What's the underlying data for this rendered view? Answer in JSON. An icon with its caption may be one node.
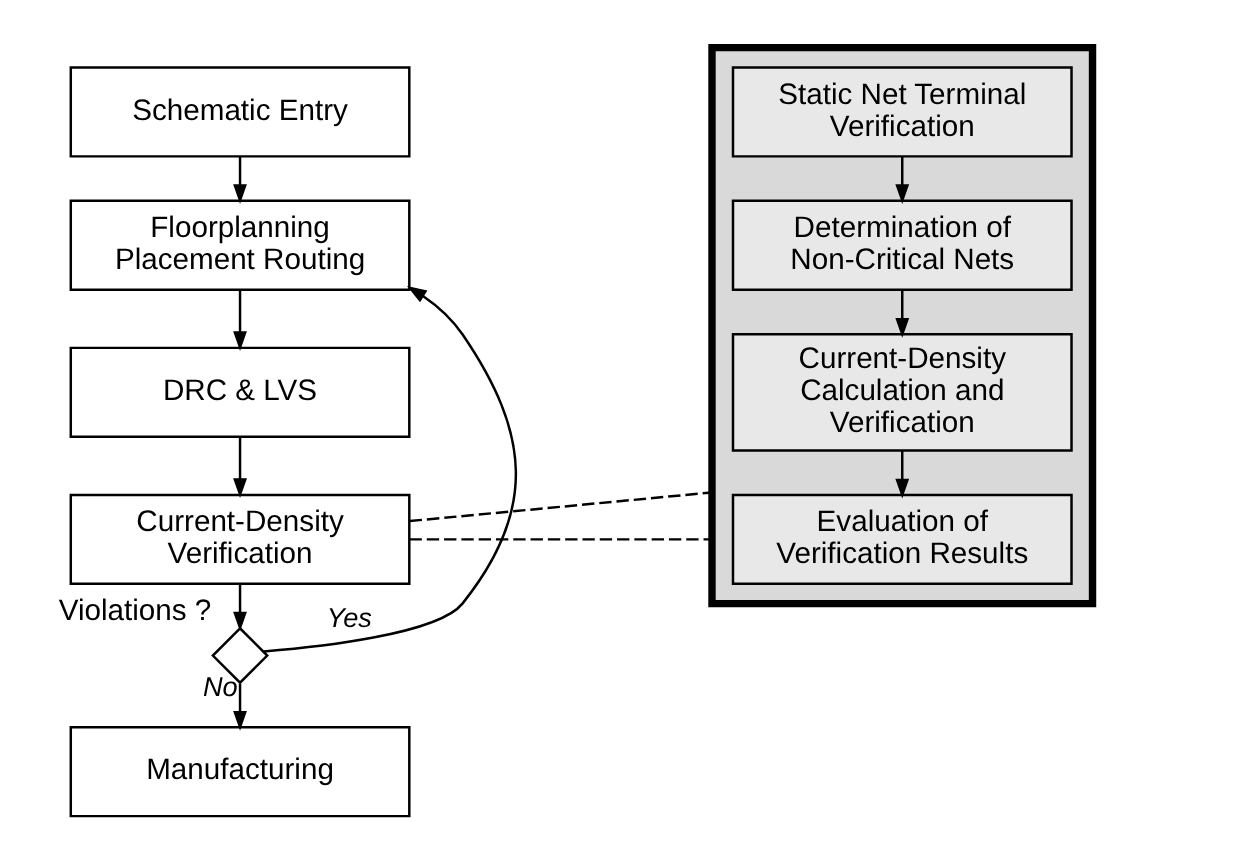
{
  "diagram": {
    "nodes": [
      {
        "text": [
          "Schematic Entry"
        ]
      },
      {
        "text": [
          "Floorplanning Placement Routing"
        ]
      },
      {
        "text": [
          "DRC & LVS"
        ]
      },
      {
        "text": [
          "Current-Density Verification"
        ]
      },
      {
        "text": [],
        "shape": "diamond",
        "beside": [
          "Violations ?"
        ]
      },
      {
        "text": [
          "Manufacturing"
        ]
      },
      {
        "text": [],
        "shape": "box"
      },
      {
        "text": [
          "Static Net Terminal Verification"
        ],
        "in": 6
      },
      {
        "text": [
          "Determination of Non-Critical Nets"
        ],
        "in": 6
      },
      {
        "text": [
          "Current-Density Calculation and Verification"
        ],
        "in": 6
      },
      {
        "text": [
          "Evaluation of Verification Results"
        ],
        "in": 6
      }
    ],
    "edges": [
      {
        "from": 0,
        "to": 1,
        "arrow": "to"
      },
      {
        "from": 1,
        "to": 2,
        "arrow": "to"
      },
      {
        "from": 2,
        "to": 3,
        "arrow": "to"
      },
      {
        "from": 3,
        "to": 4,
        "arrow": "to"
      },
      {
        "from": 4,
        "to": 5,
        "arrow": "to",
        "label": "No"
      },
      {
        "from": 4,
        "to": 1,
        "arrow": "to",
        "label": "Yes"
      },
      {
        "from": 3,
        "to": 6,
        "arrow": "none",
        "style": "dashed"
      },
      {
        "from": 3,
        "to": 6,
        "arrow": "none",
        "style": "dashed"
      },
      {
        "from": 7,
        "to": 8,
        "arrow": "to"
      },
      {
        "from": 8,
        "to": 9,
        "arrow": "to"
      },
      {
        "from": 9,
        "to": 10,
        "arrow": "to"
      }
    ]
  }
}
